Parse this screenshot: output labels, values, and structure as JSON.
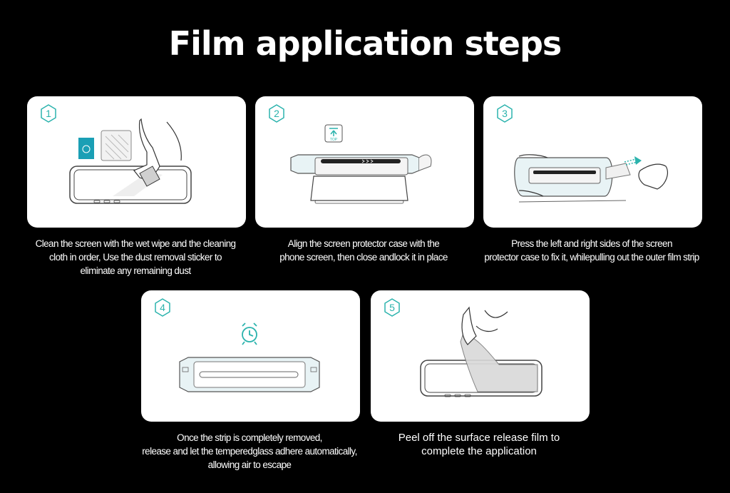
{
  "title": "Film application steps",
  "colors": {
    "background": "#000000",
    "card": "#ffffff",
    "accent": "#2bb3ad",
    "line": "#555555"
  },
  "steps": [
    {
      "number": "1",
      "icons": [
        "wet-wipe-icon",
        "dust-sticker-icon",
        "hand-icon",
        "phone-icon"
      ],
      "pack_label": "",
      "caption": [
        "Clean the screen with the wet wipe and the cleaning",
        "cloth in order, Use the dust removal sticker  to",
        "eliminate any remaining dust"
      ]
    },
    {
      "number": "2",
      "icons": [
        "top-arrow-icon",
        "protector-case-icon",
        "down-arrow-icon",
        "phone-icon"
      ],
      "top_label": "TOP",
      "caption": [
        "Align the screen protector case with the",
        "phone screen,  then close andlock it in place"
      ]
    },
    {
      "number": "3",
      "icons": [
        "protector-case-icon",
        "pull-arrow-icon",
        "hand-icon"
      ],
      "caption": [
        "Press the left and right sides of the screen",
        "protector case to fix it, whilepulling out the outer film strip"
      ]
    },
    {
      "number": "4",
      "icons": [
        "alarm-clock-icon",
        "protector-case-icon"
      ],
      "caption": [
        "Once the strip is completely removed,",
        "release and let the temperedglass adhere automatically,",
        "allowing air to escape"
      ]
    },
    {
      "number": "5",
      "icons": [
        "hand-icon",
        "release-film-icon",
        "phone-icon"
      ],
      "caption": [
        "Peel off the surface release film to",
        "complete the application"
      ]
    }
  ]
}
